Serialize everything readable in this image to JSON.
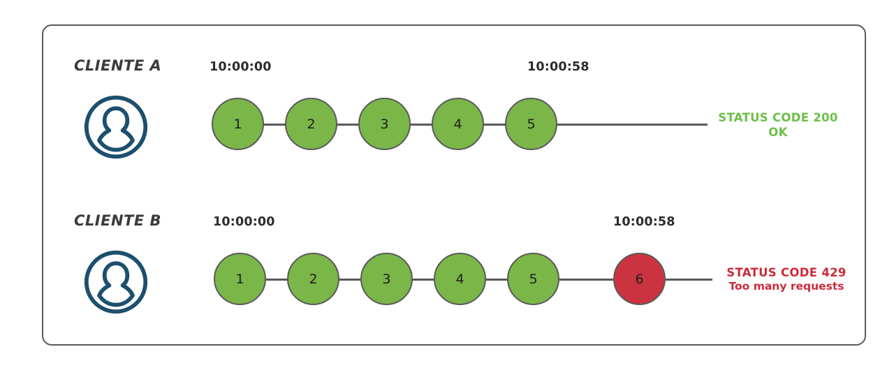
{
  "diagram": {
    "title_hidden": "",
    "rows": [
      {
        "client_label": "CLIENTE A",
        "avatar_icon": "user-avatar-icon",
        "time_start": "10:00:00",
        "time_end": "10:00:58",
        "requests": [
          {
            "n": "1",
            "state": "ok"
          },
          {
            "n": "2",
            "state": "ok"
          },
          {
            "n": "3",
            "state": "ok"
          },
          {
            "n": "4",
            "state": "ok"
          },
          {
            "n": "5",
            "state": "ok"
          }
        ],
        "status_line1": "STATUS CODE 200",
        "status_line2": "OK",
        "status_color": "#6cbf47"
      },
      {
        "client_label": "CLIENTE B",
        "avatar_icon": "user-avatar-icon",
        "time_start": "10:00:00",
        "time_end": "10:00:58",
        "requests": [
          {
            "n": "1",
            "state": "ok"
          },
          {
            "n": "2",
            "state": "ok"
          },
          {
            "n": "3",
            "state": "ok"
          },
          {
            "n": "4",
            "state": "ok"
          },
          {
            "n": "5",
            "state": "ok"
          },
          {
            "n": "6",
            "state": "err"
          }
        ],
        "status_line1": "STATUS CODE 429",
        "status_line2": "Too many requests",
        "status_color": "#cc2b3a"
      }
    ],
    "colors": {
      "ok_fill": "#7ab648",
      "err_fill": "#cc3340",
      "node_stroke": "#5a5a5a",
      "panel_border": "#595959",
      "avatar": "#1d4f6e",
      "label_text": "#3b3b3b",
      "timestamp_text": "#2b2b2b",
      "background": "#ffffff"
    }
  }
}
